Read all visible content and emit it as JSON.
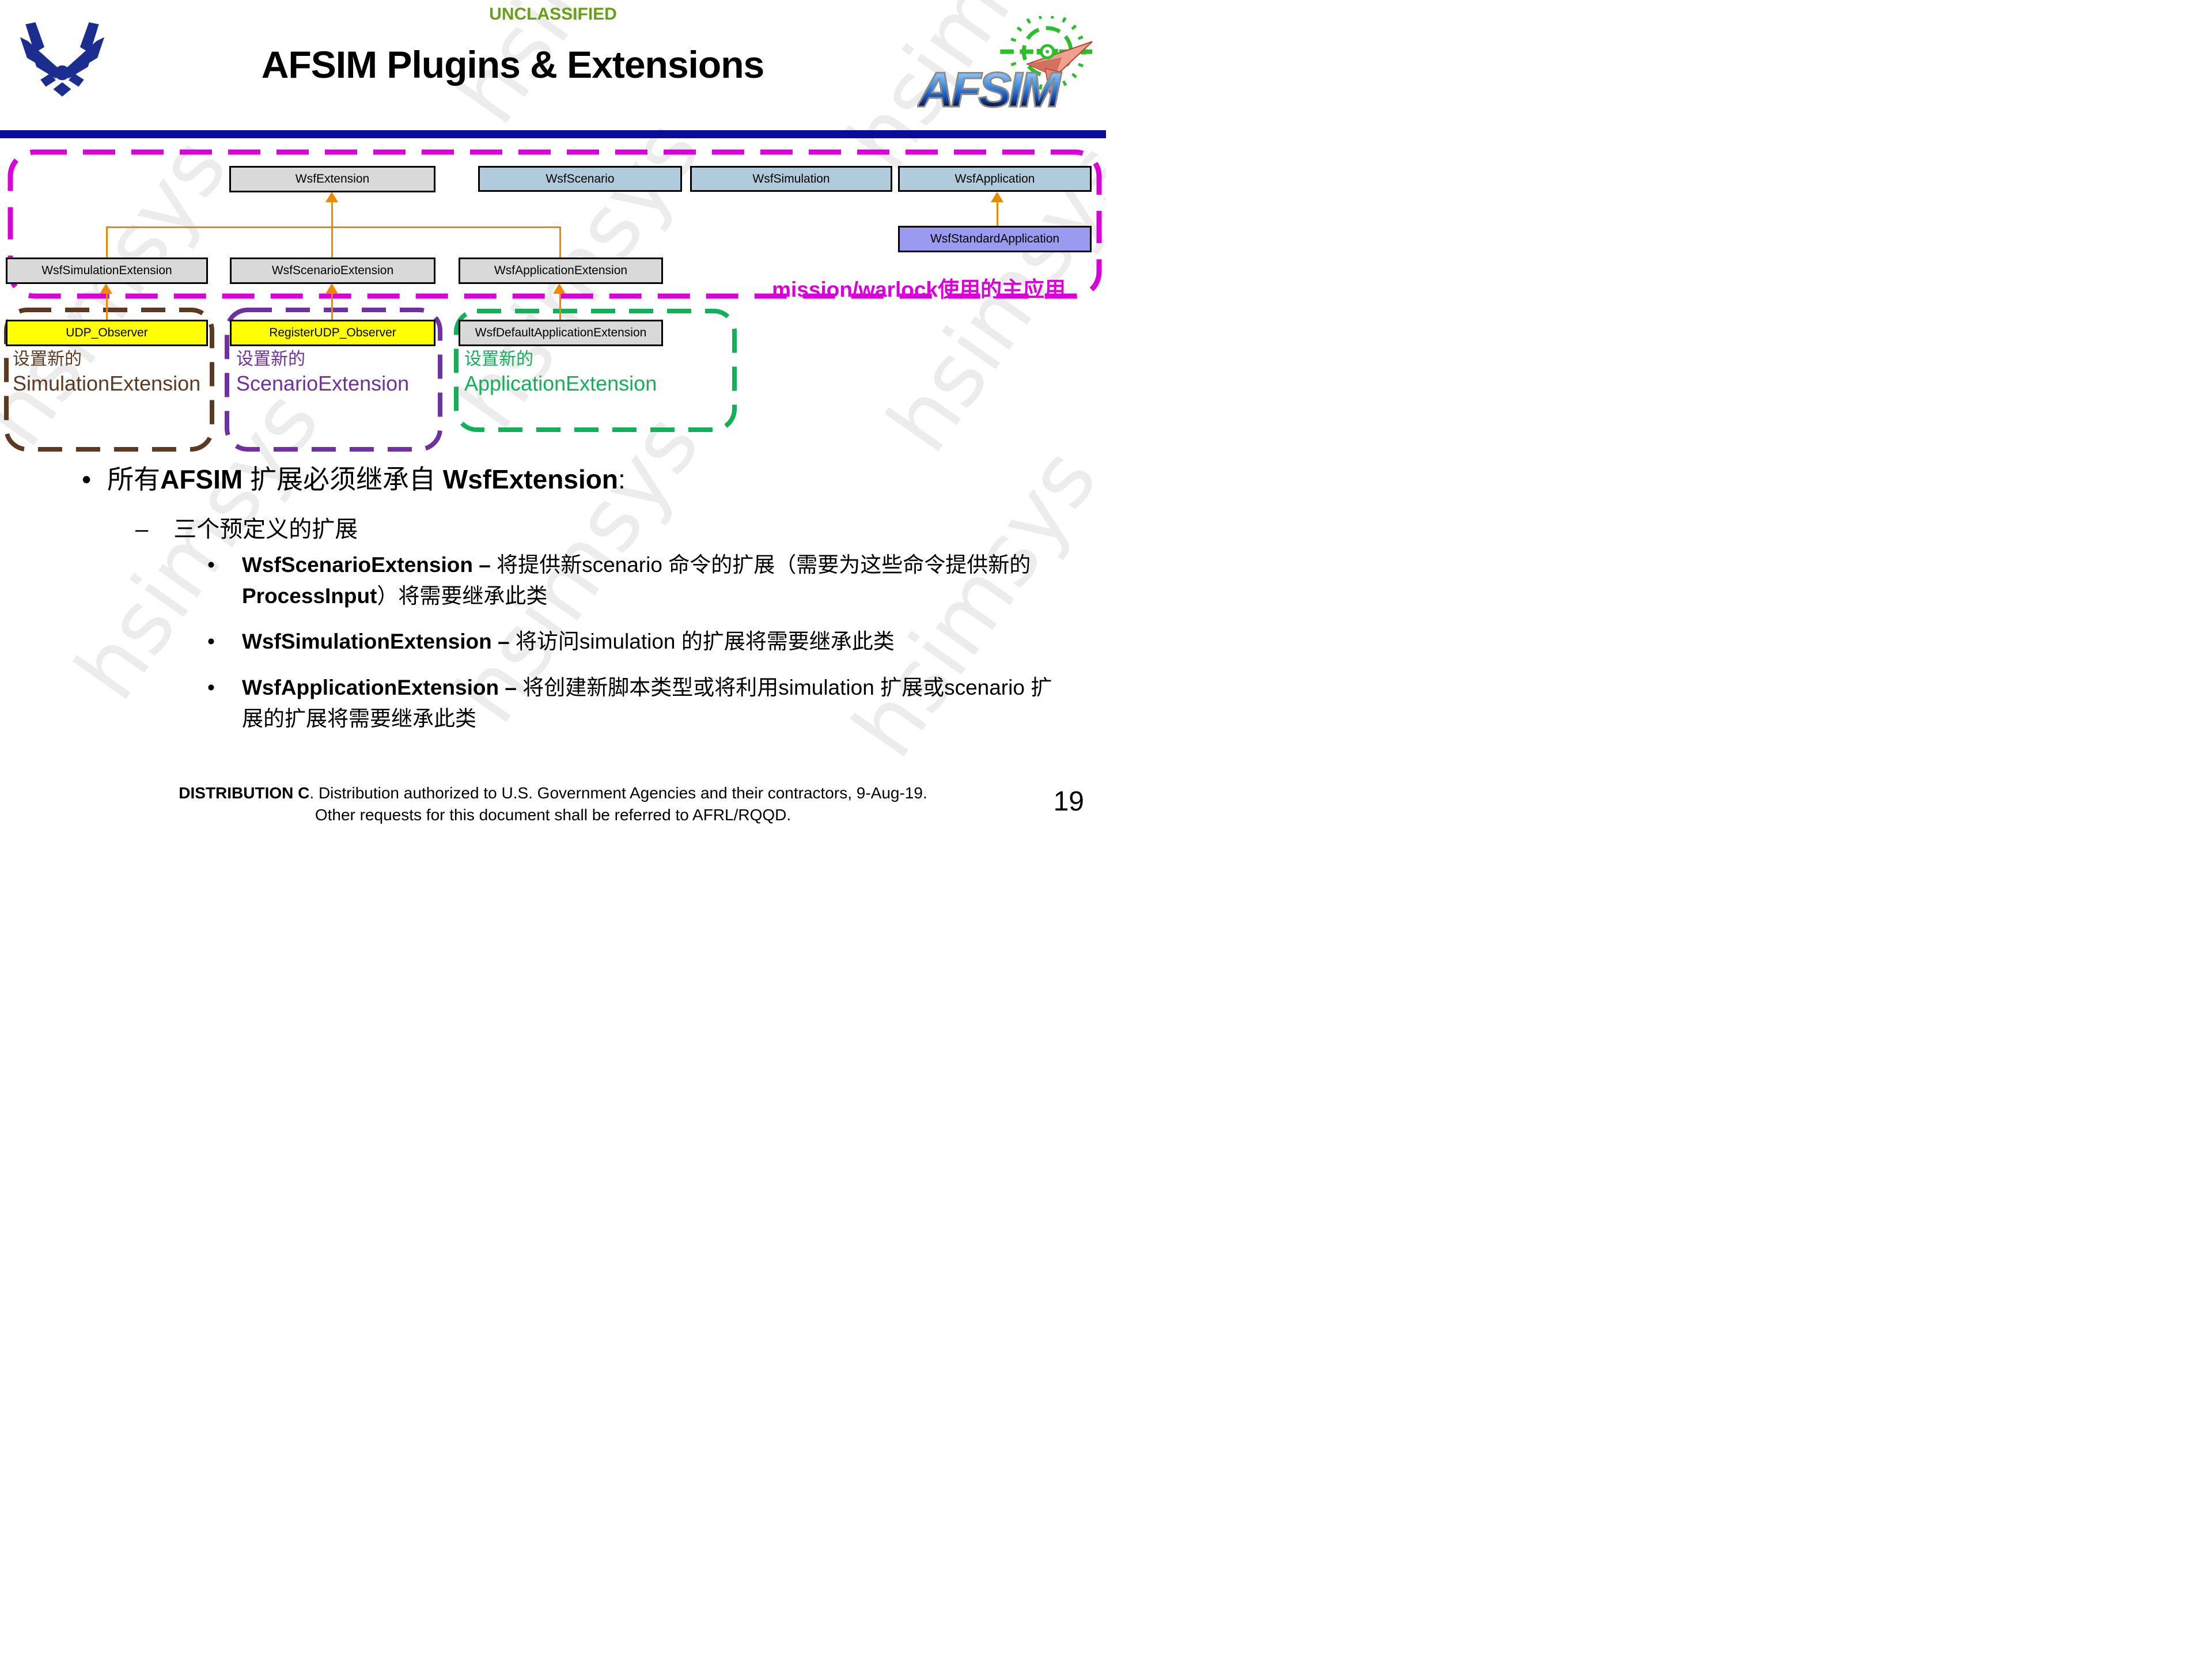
{
  "classification_banner": "UNCLASSIFIED",
  "title": "AFSIM Plugins & Extensions",
  "logos": {
    "left": "us-air-force-wings",
    "right": "afsim-target-plane",
    "afsim_text": "AFSIM"
  },
  "colors": {
    "accent_orange": "#EE8800",
    "magenta": "#D900D9",
    "navy_bar": "#0B0B9B",
    "classification_green": "#66A016",
    "usaf_blue": "#1B2D8F",
    "box_gray": "#D9D9D9",
    "box_blue": "#AFCBDC",
    "box_purple": "#9A9AF0",
    "box_yellow": "#FFFF00",
    "watermark_gray": "#ECECEC"
  },
  "diagram": {
    "boxes": [
      {
        "label": "WsfExtension",
        "fill": "#D9D9D9"
      },
      {
        "label": "WsfScenario",
        "fill": "#AFCBDC"
      },
      {
        "label": "WsfSimulation",
        "fill": "#AFCBDC"
      },
      {
        "label": "WsfApplication",
        "fill": "#AFCBDC"
      },
      {
        "label": "WsfStandardApplication",
        "fill": "#9A9AF0"
      },
      {
        "label": "WsfSimulationExtension",
        "fill": "#D9D9D9"
      },
      {
        "label": "WsfScenarioExtension",
        "fill": "#D9D9D9"
      },
      {
        "label": "WsfApplicationExtension",
        "fill": "#D9D9D9"
      },
      {
        "label": "UDP_Observer",
        "fill": "#FFFF00"
      },
      {
        "label": "RegisterUDP_Observer",
        "fill": "#FFFF00"
      },
      {
        "label": "WsfDefaultApplicationExtension",
        "fill": "#D9D9D9"
      }
    ],
    "mission_label": "mission/warlock使用的主应用",
    "groups": [
      {
        "intro": "设置新的",
        "name": "SimulationExtension",
        "color": "#5C3A21"
      },
      {
        "intro": "设置新的",
        "name": "ScenarioExtension",
        "color": "#7030A0"
      },
      {
        "intro": "设置新的",
        "name": "ApplicationExtension",
        "color": "#12B058"
      }
    ]
  },
  "bullets": {
    "marker": "•",
    "dash_marker": "–",
    "b1": [
      {
        "t": "所有",
        "b": false
      },
      {
        "t": "AFSIM",
        "b": true
      },
      {
        "t": " 扩展必须继承自 ",
        "b": false
      },
      {
        "t": "WsfExtension",
        "b": true
      },
      {
        "t": ":",
        "b": false
      }
    ],
    "b2": "三个预定义的扩展",
    "subs": [
      [
        {
          "t": "WsfScenarioExtension – ",
          "b": true
        },
        {
          "t": "将提供新scenario 命令的扩展（需要为这些命令提供新的 ",
          "b": false
        },
        {
          "t": "ProcessInput",
          "b": true
        },
        {
          "t": "）将需要继承此类",
          "b": false
        }
      ],
      [
        {
          "t": "WsfSimulationExtension – ",
          "b": true
        },
        {
          "t": "将访问simulation 的扩展将需要继承此类",
          "b": false
        }
      ],
      [
        {
          "t": "WsfApplicationExtension – ",
          "b": true
        },
        {
          "t": "将创建新脚本类型或将利用simulation 扩展或scenario 扩展的扩展将需要继承此类",
          "b": false
        }
      ]
    ]
  },
  "footer": {
    "line1": [
      {
        "t": "DISTRIBUTION C",
        "b": true
      },
      {
        "t": ". Distribution authorized to U.S. Government Agencies and their contractors, 9-Aug-19.",
        "b": false
      }
    ],
    "line2": "Other requests for this document shall be referred to AFRL/RQQD.",
    "page_number": "19"
  },
  "watermark": {
    "text": "hsimsys"
  }
}
